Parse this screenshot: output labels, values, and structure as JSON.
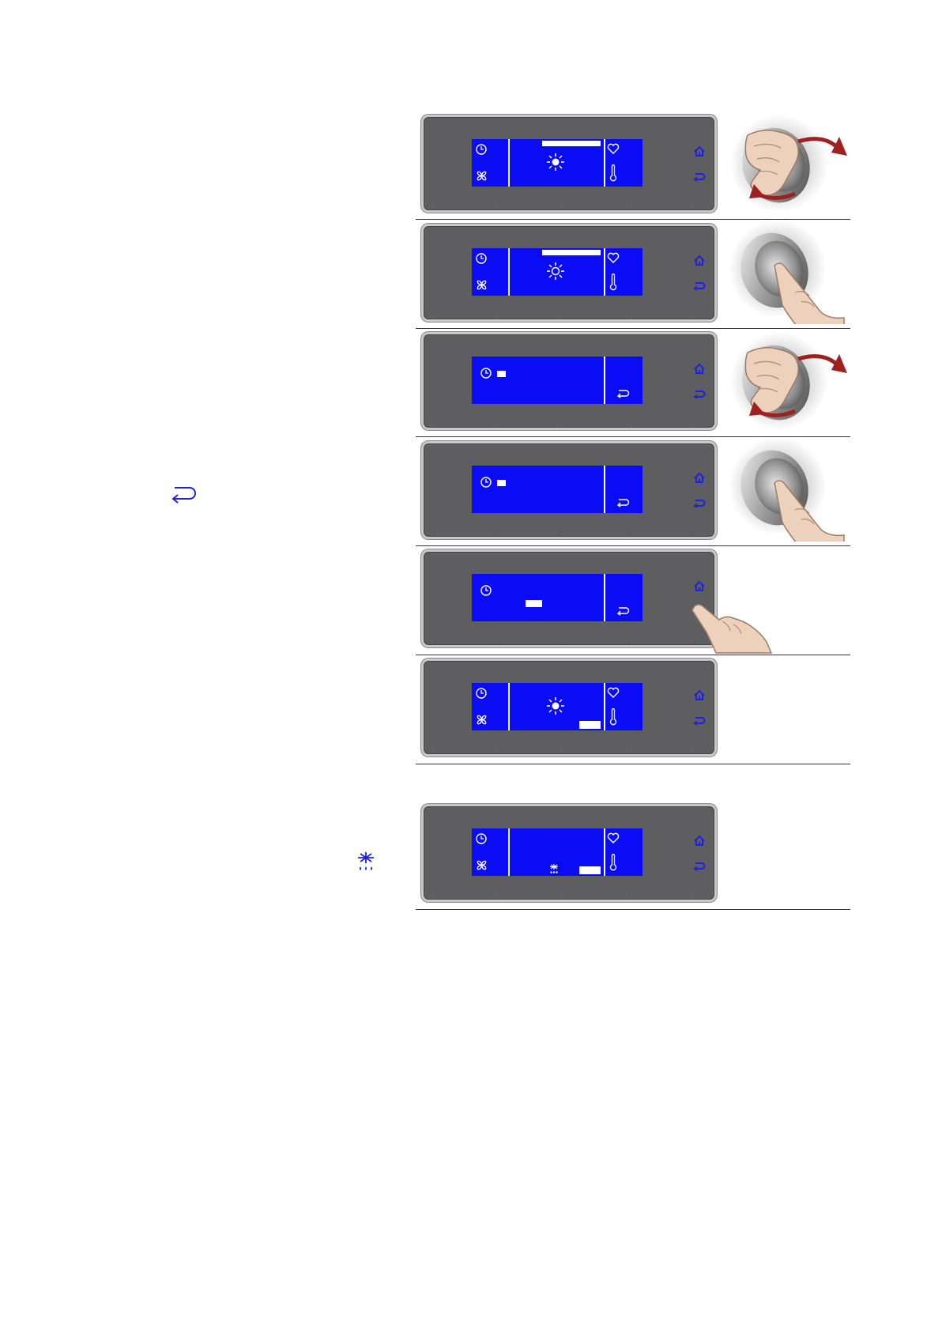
{
  "colors": {
    "panel": "#5e5e60",
    "screen": "#0a0cf5",
    "icon": "#ffffff",
    "button_icon": "#1e22e0",
    "arrow": "#9e2020"
  },
  "left_icons": [
    "return-arrow-icon",
    "defrost-icon"
  ],
  "steps": [
    {
      "screen": "main",
      "selection": "top-bar",
      "mode_icon": "sun-icon",
      "hand": "knob-turn"
    },
    {
      "screen": "main",
      "selection": "top-bar",
      "mode_icon": "sun-icon",
      "hand": "knob-press"
    },
    {
      "screen": "timer",
      "selection": "small-box",
      "hand": "knob-turn"
    },
    {
      "screen": "timer",
      "selection": "small-box",
      "hand": "knob-press"
    },
    {
      "screen": "timer",
      "selection": "lower-box",
      "hand": "touch-back"
    },
    {
      "screen": "main",
      "selection": "bottom-box",
      "mode_icon": "sun-icon",
      "hand": "none"
    },
    {
      "screen": "main",
      "selection": "bottom-box",
      "mode_icon": "defrost-icon",
      "hand": "none"
    }
  ]
}
